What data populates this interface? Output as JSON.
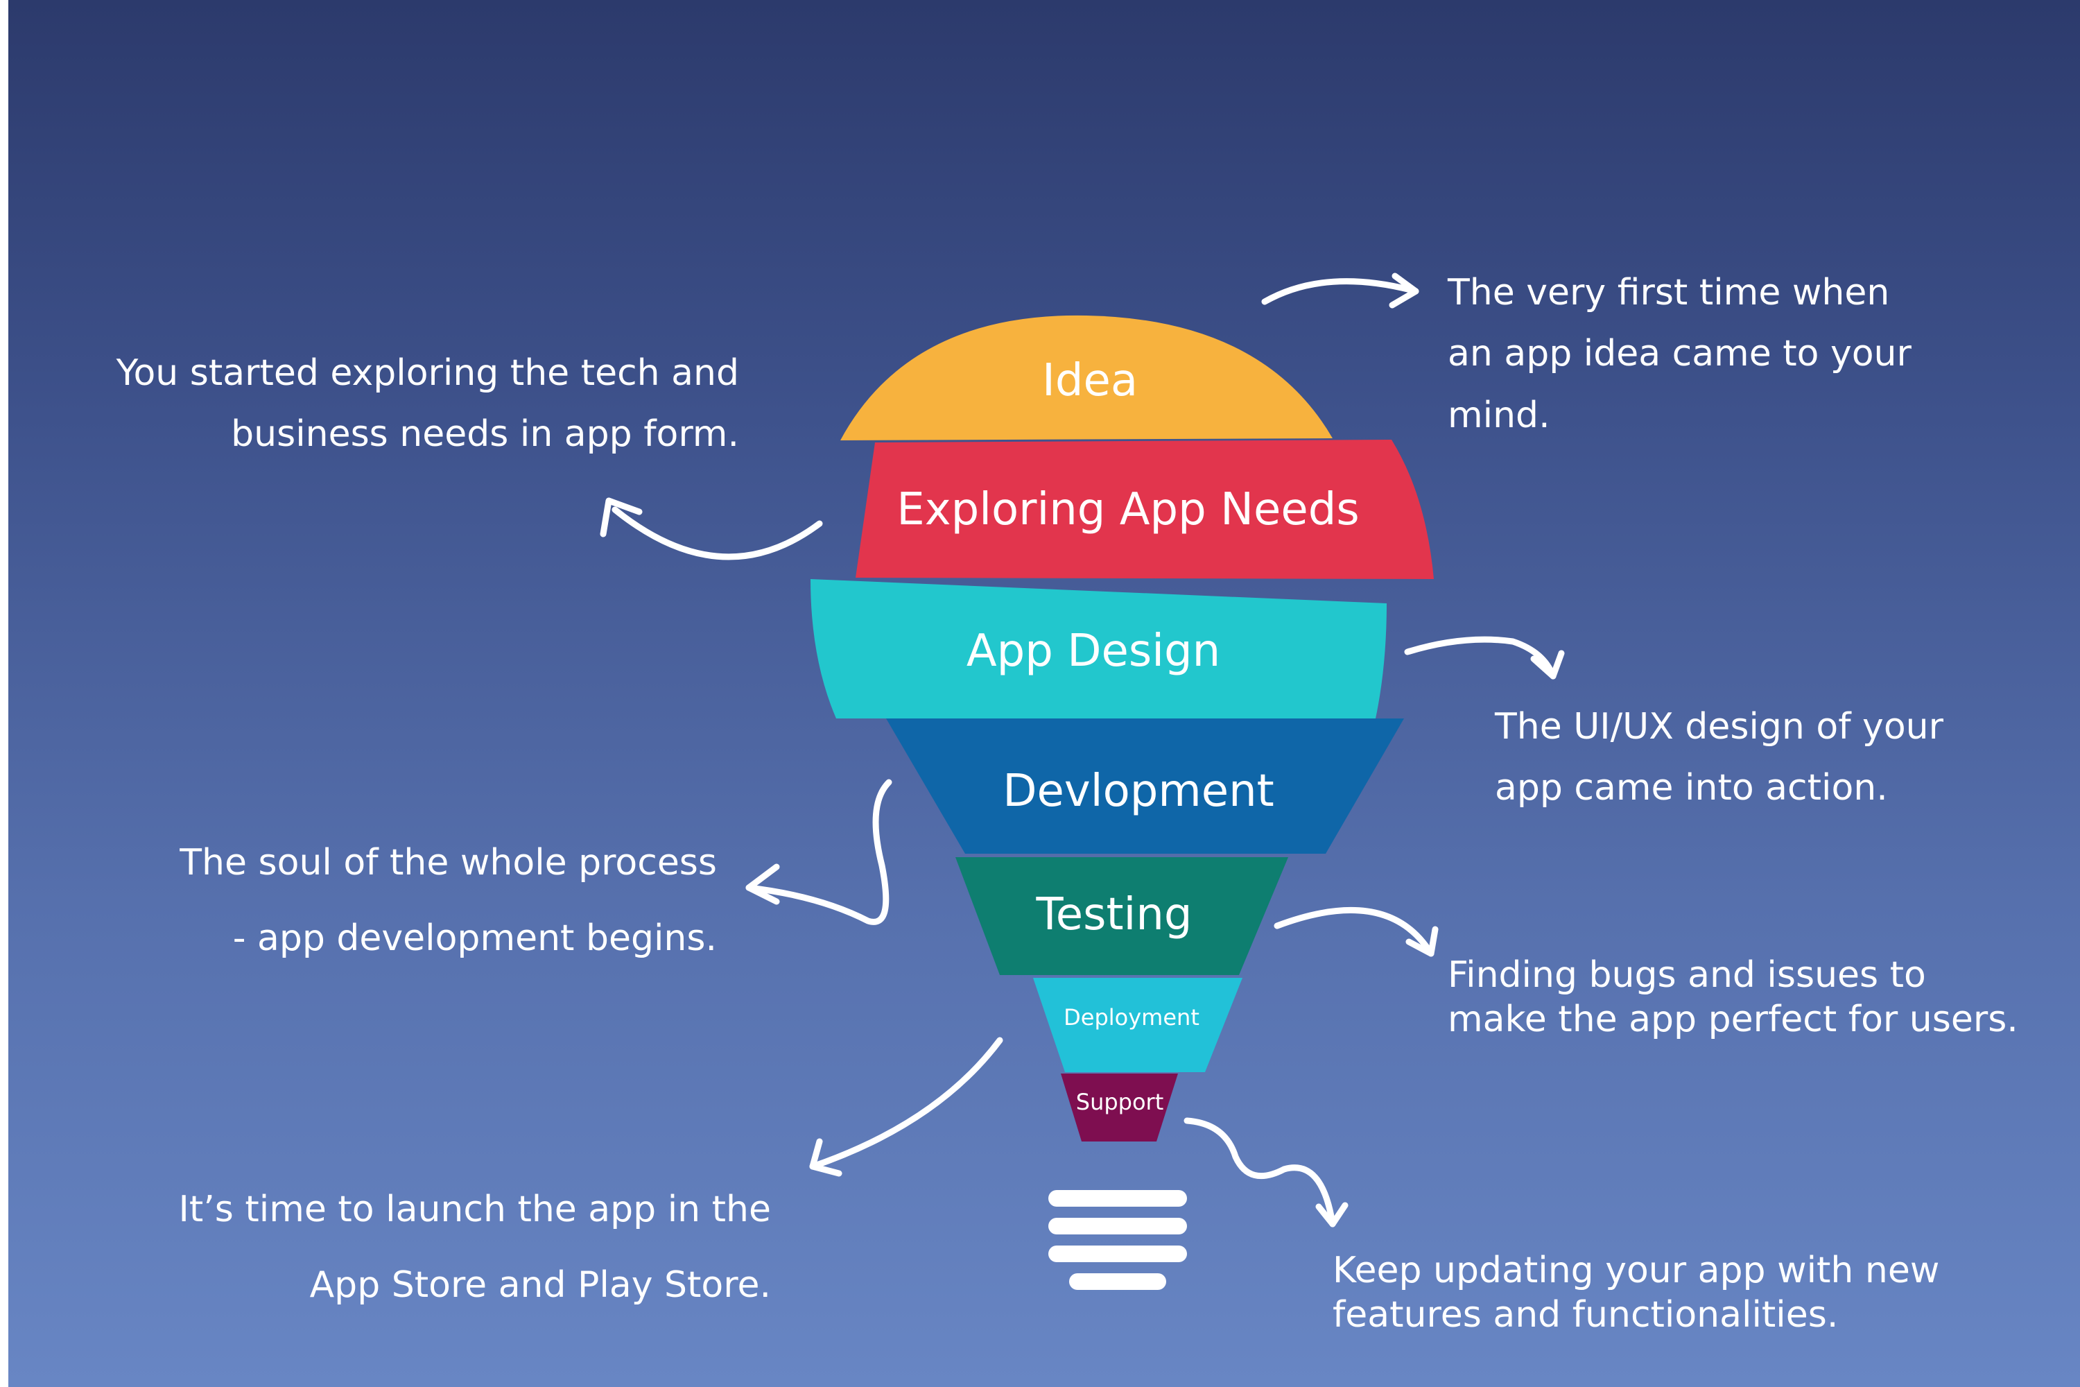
{
  "stages": [
    {
      "label": "Idea",
      "color": "#f7b23e"
    },
    {
      "label": "Exploring App Needs",
      "color": "#e2354d"
    },
    {
      "label": "App Design",
      "color": "#22c7cd"
    },
    {
      "label": "Devlopment",
      "color": "#0f66a8"
    },
    {
      "label": "Testing",
      "color": "#0e7e70"
    },
    {
      "label": "Deployment",
      "color": "#22c1d8"
    },
    {
      "label": "Support",
      "color": "#7e0e50"
    }
  ],
  "descriptions": {
    "idea": [
      "The very first time when",
      "an app idea came to your",
      "mind."
    ],
    "exploring": [
      "You started exploring the tech and",
      "business needs in app form."
    ],
    "design": [
      "The UI/UX design of your",
      "app came into action."
    ],
    "development": [
      "The soul of the whole process",
      "- app development begins."
    ],
    "testing": [
      "Finding bugs and issues to",
      "make the app perfect for users."
    ],
    "deployment": [
      "It’s time to launch the app in the",
      "App Store and Play Store."
    ],
    "support": [
      "Keep updating your app with new",
      "features and functionalities."
    ]
  },
  "colors": {
    "background_top": "#2c3a6c",
    "background_bottom": "#6886c4",
    "text": "#ffffff",
    "bulb_base": "#ffffff"
  },
  "icons": [
    "arrow-icon",
    "bulb-base-icon"
  ]
}
